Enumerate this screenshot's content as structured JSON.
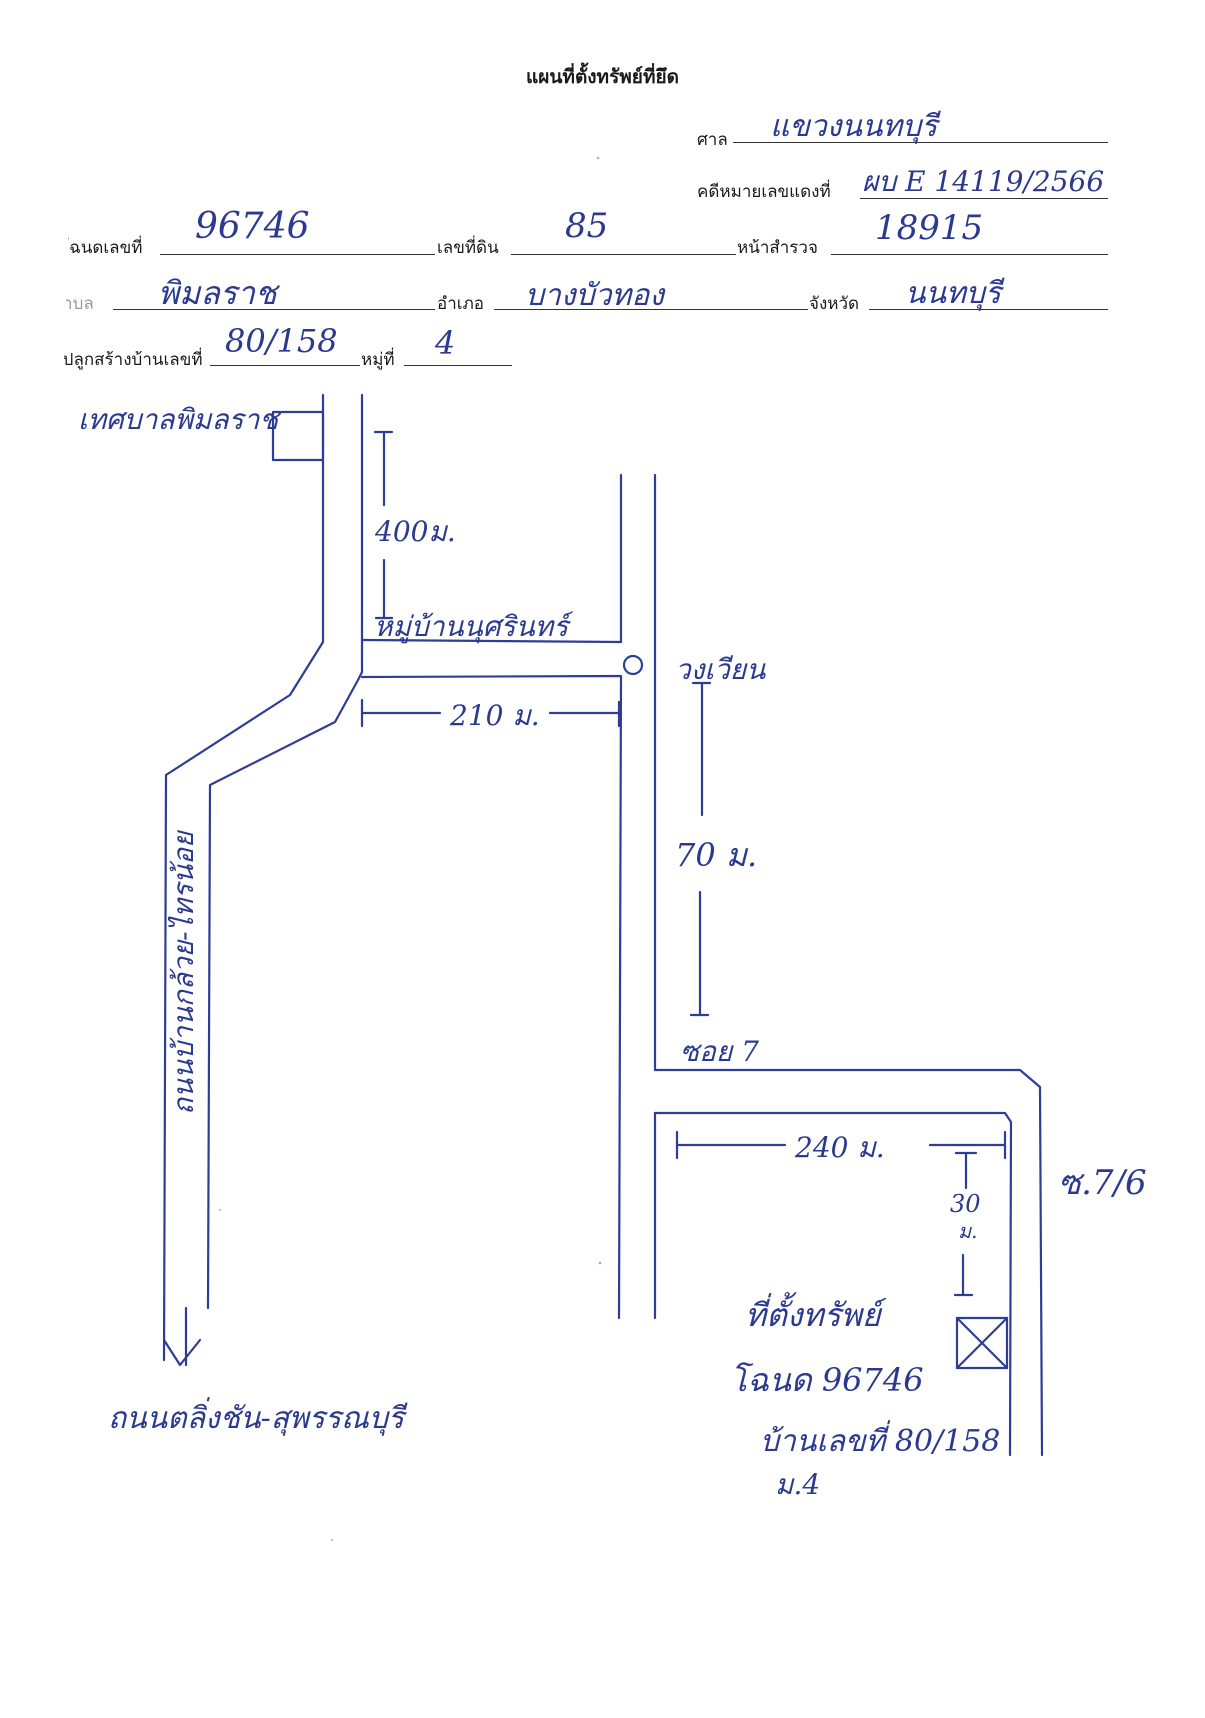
{
  "title": "แผนที่ตั้งทรัพย์ที่ยึด",
  "court": {
    "label": "ศาล",
    "value": "แขวงนนทบุรี"
  },
  "case_no": {
    "label": "คดีหมายเลขแดงที่",
    "value": "ผบ E 14119/2566"
  },
  "deed_no": {
    "label": "โฉนดเลขที่",
    "value": "96746"
  },
  "land_no": {
    "label": "เลขที่ดิน",
    "value": "85"
  },
  "survey_page": {
    "label": "หน้าสำรวจ",
    "value": "18915"
  },
  "subdistrict": {
    "label": "ตำบล",
    "value": "พิมลราช"
  },
  "district": {
    "label": "อำเภอ",
    "value": "บางบัวทอง"
  },
  "province": {
    "label": "จังหวัด",
    "value": "นนทบุรี"
  },
  "house_no": {
    "label": "สิ่งปลูกสร้างบ้านเลขที่",
    "value": "80/158"
  },
  "moo": {
    "label": "หมู่ที่",
    "value": "4"
  },
  "map": {
    "municipality": "เทศบาลพิมลราช",
    "village": "หมู่บ้านนุศรินทร์",
    "roundabout": "วงเวียน",
    "road_left": "ถนนบ้านกล้วย-ไทรน้อย",
    "road_bottom": "ถนนตลิ่งชัน-สุพรรณบุรี",
    "soi": "ซอย 7",
    "soi_sub": "ซ.7/6",
    "dist_400": "400ม.",
    "dist_210": "210 ม.",
    "dist_70": "70 ม.",
    "dist_240": "240 ม.",
    "dist_30_num": "30",
    "dist_30_unit": "ม.",
    "property_label": "ที่ตั้งทรัพย์",
    "property_deed": "โฉนด 96746",
    "property_house": "บ้านเลขที่ 80/158",
    "property_moo": "ม.4"
  }
}
